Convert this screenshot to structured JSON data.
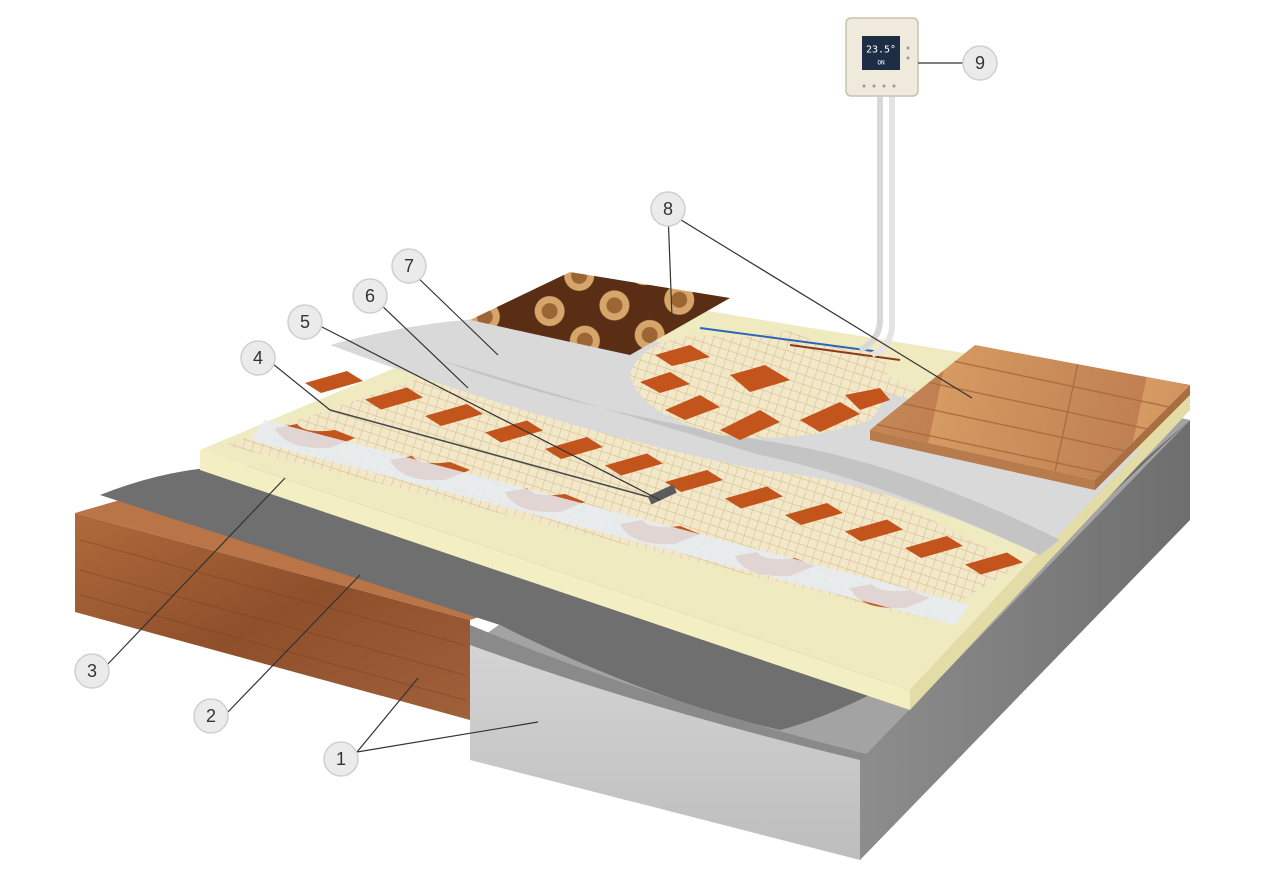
{
  "callouts": [
    {
      "id": "1",
      "label": "1"
    },
    {
      "id": "2",
      "label": "2"
    },
    {
      "id": "3",
      "label": "3"
    },
    {
      "id": "4",
      "label": "4"
    },
    {
      "id": "5",
      "label": "5"
    },
    {
      "id": "6",
      "label": "6"
    },
    {
      "id": "7",
      "label": "7"
    },
    {
      "id": "8",
      "label": "8"
    },
    {
      "id": "9",
      "label": "9"
    }
  ],
  "thermostat": {
    "display_value": "23.5°",
    "display_subtext": "ON"
  },
  "colors": {
    "concrete_side": "#c9c9c9",
    "concrete_top": "#9a9a9a",
    "screed": "#777777",
    "wood_subfloor": "#9b5a32",
    "insulation_top": "#efeac0",
    "insulation_side": "#f4efc3",
    "heating_strip": "#c2541c",
    "tile_adhesive": "#d8d8d8",
    "parquet": "#c98d57",
    "decor_tile": "#6b3a1f",
    "callout_fill": "#ebebeb",
    "callout_stroke": "#cfcfcf"
  }
}
